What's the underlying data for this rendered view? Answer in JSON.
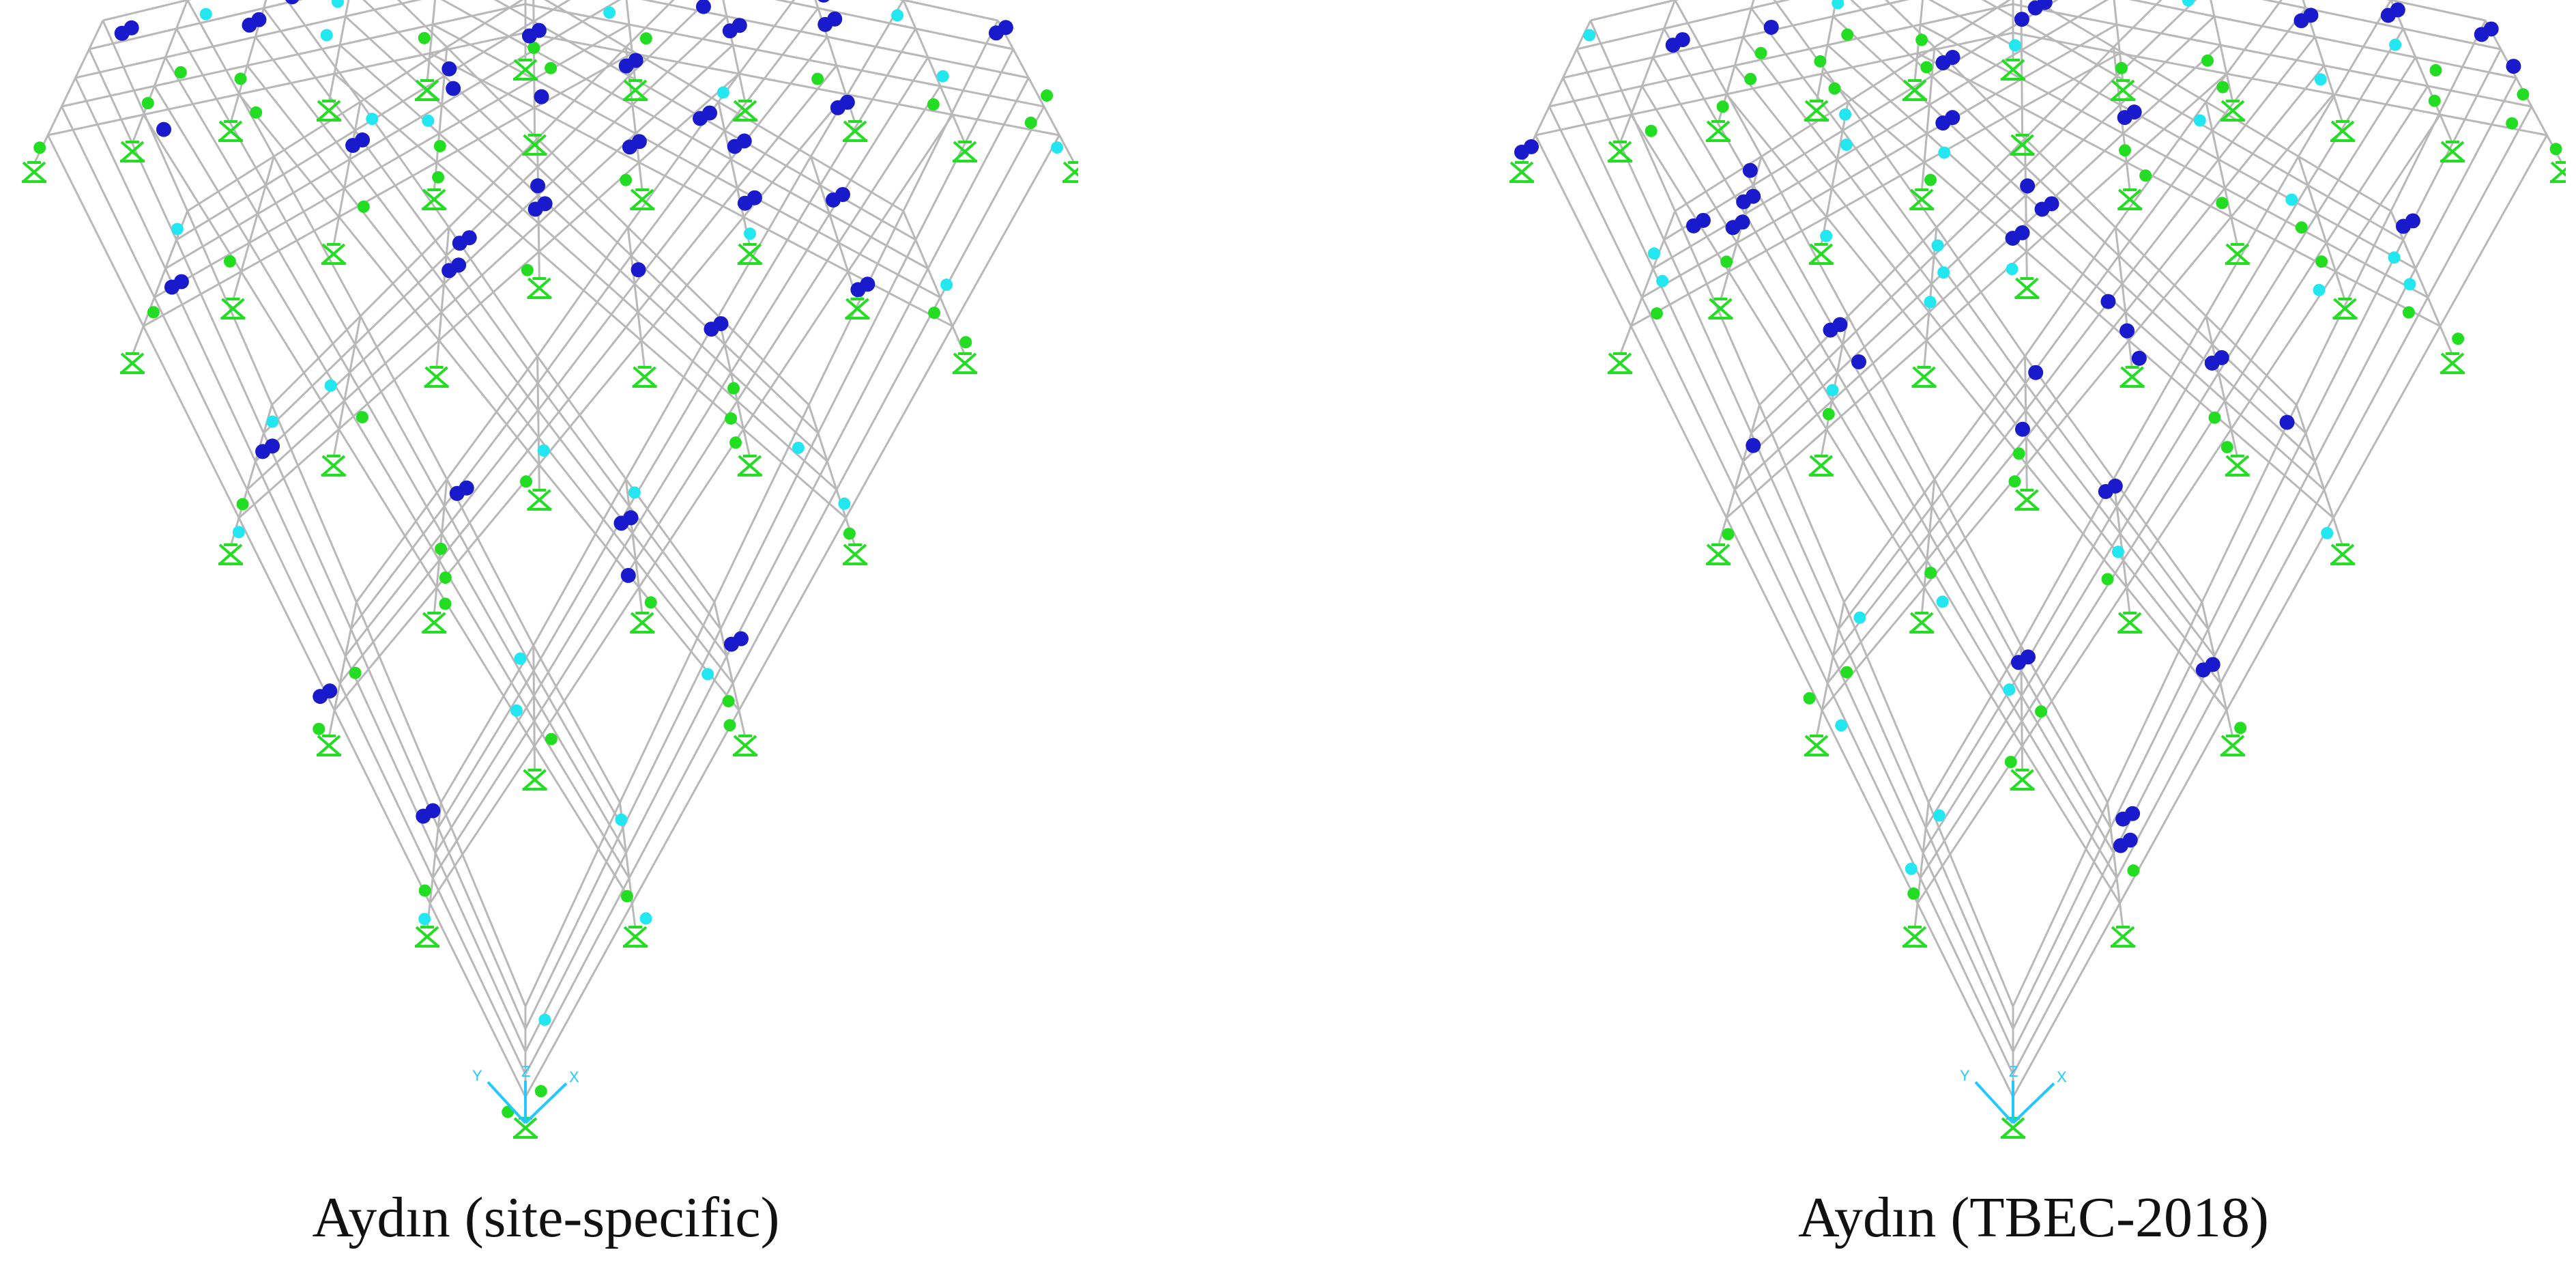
{
  "captions": {
    "left": "Aydın (site-specific)",
    "right": "Aydın (TBEC-2018)"
  },
  "axis_labels": {
    "x": "X",
    "y": "Y",
    "z": "Z"
  },
  "colors": {
    "frame": "#b8b8b8",
    "hinge_level_1": "#1a1acd",
    "hinge_level_2": "#22e6f0",
    "hinge_level_3": "#22dd22",
    "support": "#22dd22",
    "axes": "#22c8ff"
  },
  "icons": {
    "support": "fixed-support-icon",
    "axes": "global-axes-icon",
    "hinge": "plastic-hinge-dot"
  }
}
